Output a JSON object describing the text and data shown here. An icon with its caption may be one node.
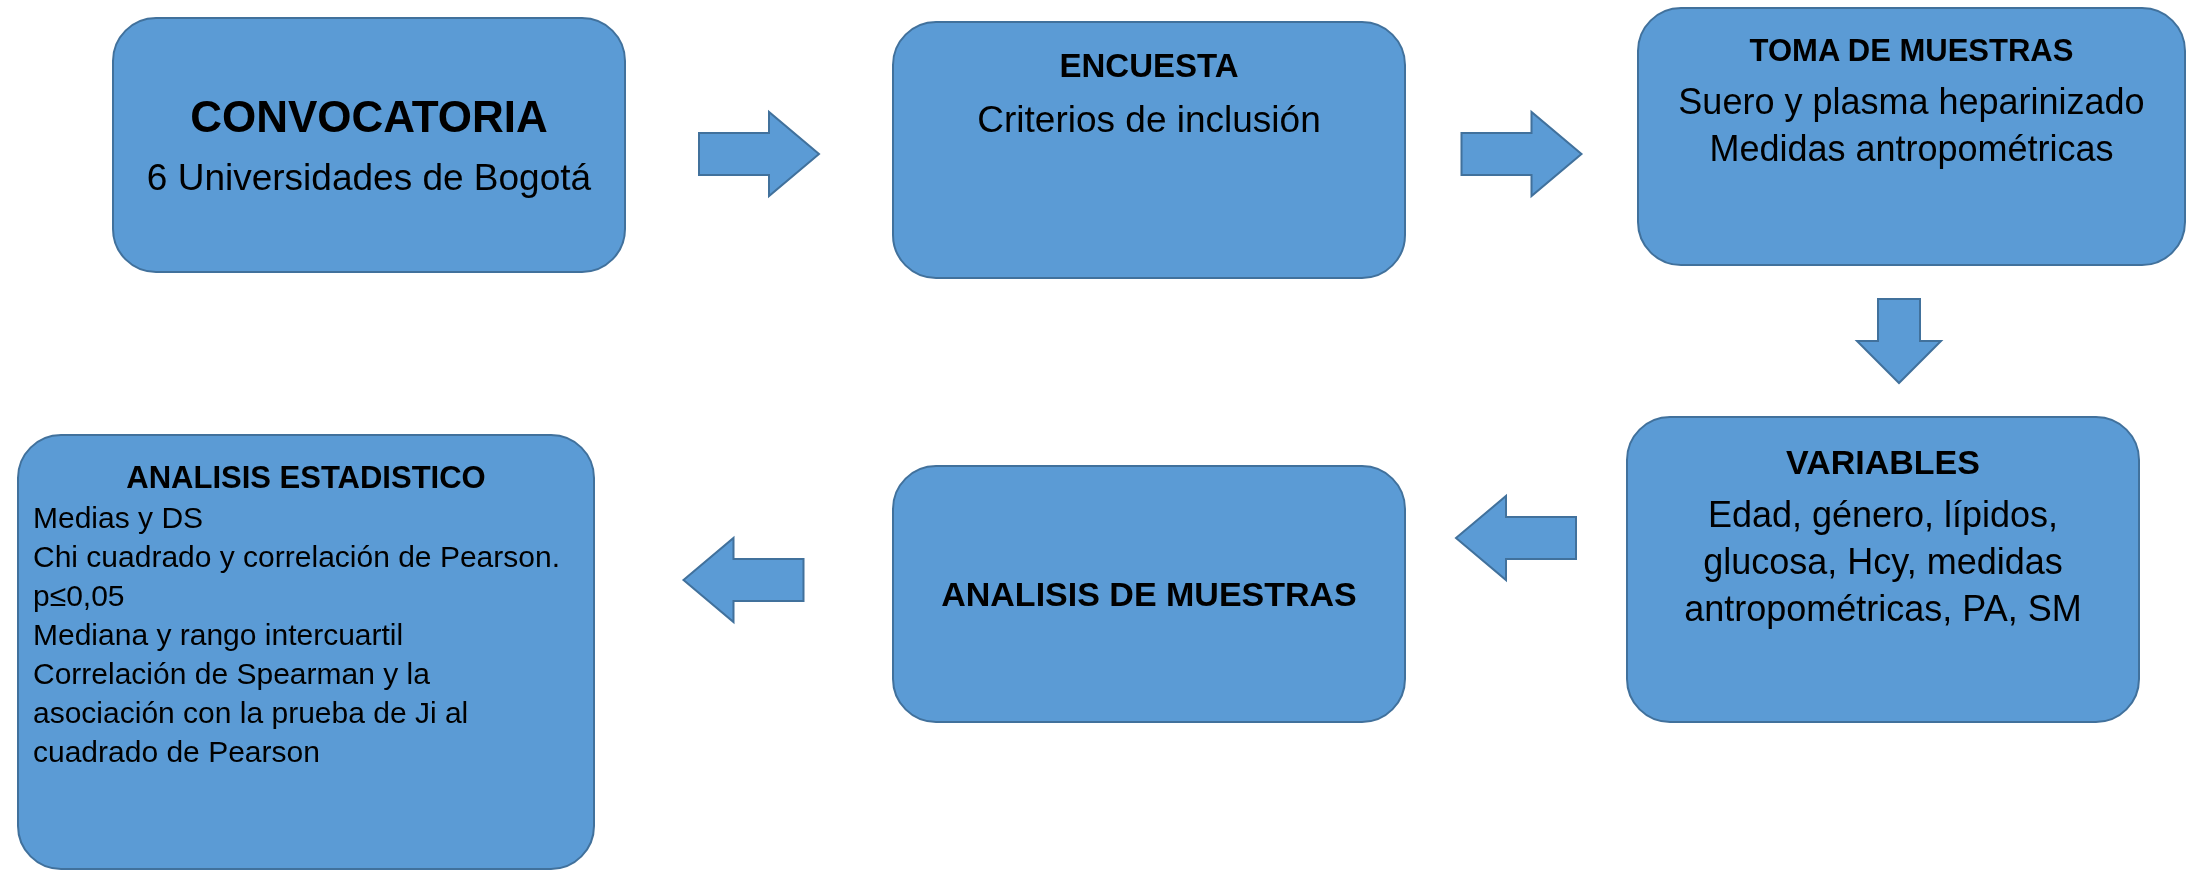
{
  "diagram": {
    "nodes": [
      {
        "text": [
          "CONVOCATORIA",
          "6 Universidades de Bogotá"
        ]
      },
      {
        "text": [
          "ENCUESTA",
          "Criterios de inclusión"
        ]
      },
      {
        "text": [
          "TOMA DE MUESTRAS",
          "Suero y plasma heparinizado",
          "Medidas antropométricas"
        ]
      },
      {
        "text": [
          "VARIABLES",
          "Edad, género, lípidos, glucosa, Hcy, medidas antropométricas, PA, SM"
        ]
      },
      {
        "text": [
          "ANALISIS DE MUESTRAS"
        ]
      },
      {
        "text": [
          "ANALISIS ESTADISTICO",
          "Medias y DS",
          "Chi cuadrado y correlación de Pearson. p≤0,05",
          "Mediana y rango intercuartil",
          "Correlación de Spearman y la asociación con la prueba de Ji al cuadrado de Pearson"
        ]
      }
    ],
    "edges": [
      {
        "from": 0,
        "to": 1,
        "arrow": "to"
      },
      {
        "from": 1,
        "to": 2,
        "arrow": "to"
      },
      {
        "from": 2,
        "to": 3,
        "arrow": "to"
      },
      {
        "from": 3,
        "to": 4,
        "arrow": "to"
      },
      {
        "from": 4,
        "to": 5,
        "arrow": "to"
      }
    ]
  }
}
